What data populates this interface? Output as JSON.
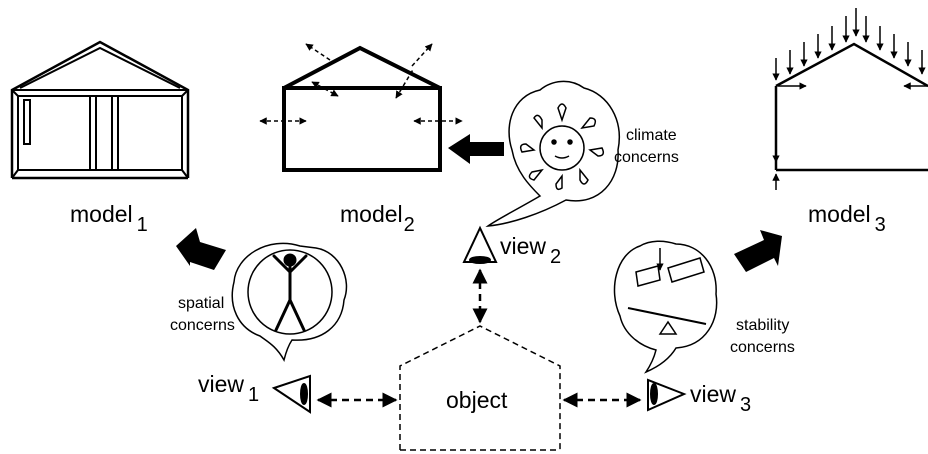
{
  "models": {
    "model1": {
      "name": "model",
      "sub": "1"
    },
    "model2": {
      "name": "model",
      "sub": "2"
    },
    "model3": {
      "name": "model",
      "sub": "3"
    }
  },
  "views": {
    "view1": {
      "name": "view",
      "sub": "1"
    },
    "view2": {
      "name": "view",
      "sub": "2"
    },
    "view3": {
      "name": "view",
      "sub": "3"
    }
  },
  "object_label": "object",
  "concerns": {
    "spatial": [
      "spatial",
      "concerns"
    ],
    "climate": [
      "climate",
      "concerns"
    ],
    "stability": [
      "stability",
      "concerns"
    ]
  },
  "colors": {
    "ink": "#000000",
    "background": "#ffffff"
  }
}
